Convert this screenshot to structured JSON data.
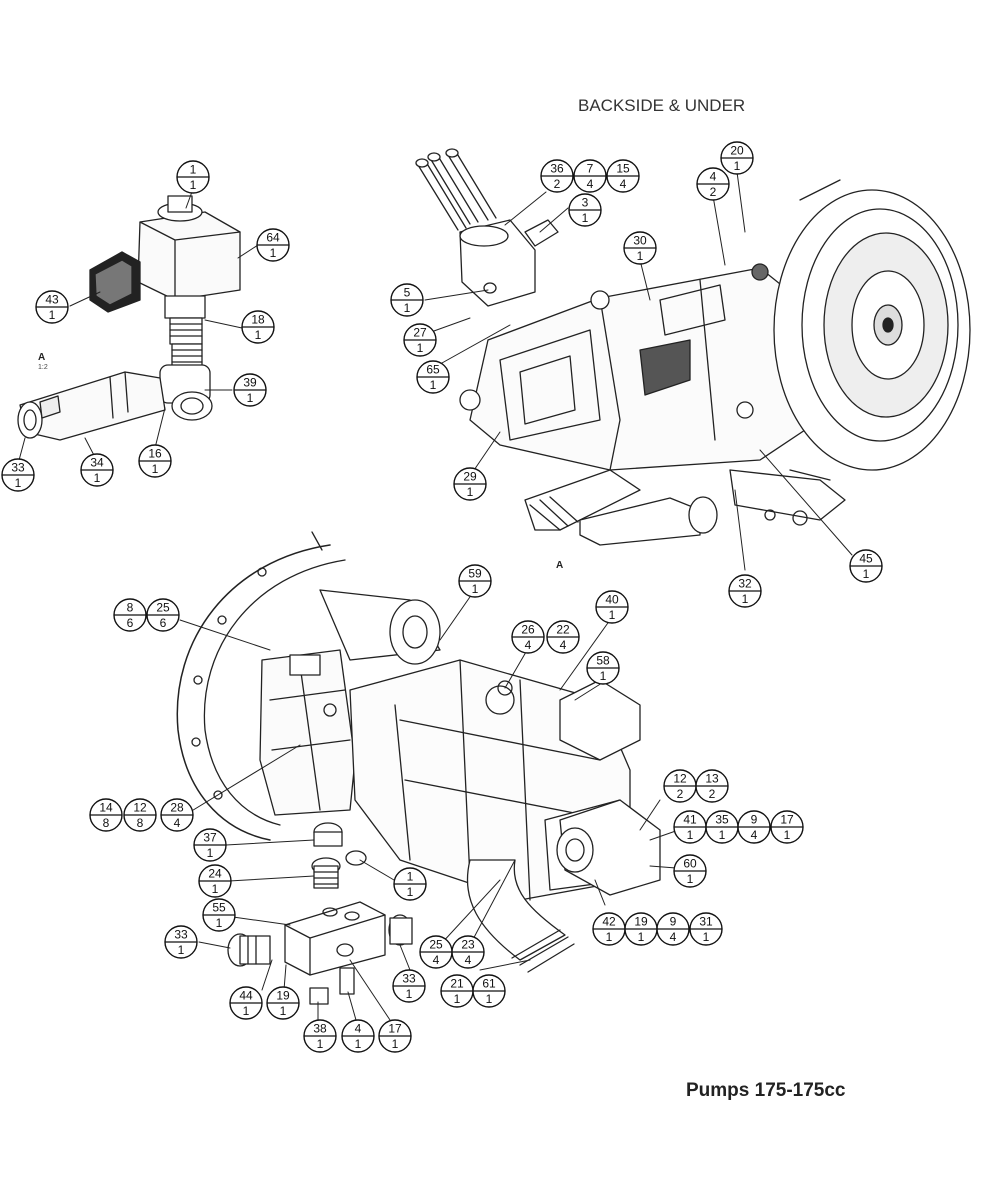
{
  "titles": {
    "backside_under": "BACKSIDE & UNDER",
    "pumps": "Pumps 175-175cc",
    "view_a": "A",
    "view_a_scale": "1:2",
    "view_a_arrow": "A"
  },
  "callouts": [
    {
      "id": "c1",
      "item": "1",
      "qty": "1"
    },
    {
      "id": "c2",
      "item": "64",
      "qty": "1"
    },
    {
      "id": "c3",
      "item": "43",
      "qty": "1"
    },
    {
      "id": "c4",
      "item": "18",
      "qty": "1"
    },
    {
      "id": "c5",
      "item": "39",
      "qty": "1"
    },
    {
      "id": "c6",
      "item": "33",
      "qty": "1"
    },
    {
      "id": "c7",
      "item": "34",
      "qty": "1"
    },
    {
      "id": "c8",
      "item": "16",
      "qty": "1"
    },
    {
      "id": "c9",
      "item": "36",
      "qty": "2"
    },
    {
      "id": "c10",
      "item": "7",
      "qty": "4"
    },
    {
      "id": "c11",
      "item": "15",
      "qty": "4"
    },
    {
      "id": "c12",
      "item": "3",
      "qty": "1"
    },
    {
      "id": "c13",
      "item": "20",
      "qty": "1"
    },
    {
      "id": "c14",
      "item": "4",
      "qty": "2"
    },
    {
      "id": "c15",
      "item": "30",
      "qty": "1"
    },
    {
      "id": "c16",
      "item": "5",
      "qty": "1"
    },
    {
      "id": "c17",
      "item": "27",
      "qty": "1"
    },
    {
      "id": "c18",
      "item": "65",
      "qty": "1"
    },
    {
      "id": "c19",
      "item": "29",
      "qty": "1"
    },
    {
      "id": "c20",
      "item": "45",
      "qty": "1"
    },
    {
      "id": "c21",
      "item": "32",
      "qty": "1"
    },
    {
      "id": "c22",
      "item": "59",
      "qty": "1"
    },
    {
      "id": "c23",
      "item": "40",
      "qty": "1"
    },
    {
      "id": "c24",
      "item": "8",
      "qty": "6"
    },
    {
      "id": "c25",
      "item": "25",
      "qty": "6"
    },
    {
      "id": "c26",
      "item": "26",
      "qty": "4"
    },
    {
      "id": "c27",
      "item": "22",
      "qty": "4"
    },
    {
      "id": "c28",
      "item": "58",
      "qty": "1"
    },
    {
      "id": "c29",
      "item": "12",
      "qty": "2"
    },
    {
      "id": "c30",
      "item": "13",
      "qty": "2"
    },
    {
      "id": "c31",
      "item": "14",
      "qty": "8"
    },
    {
      "id": "c32",
      "item": "12",
      "qty": "8"
    },
    {
      "id": "c33",
      "item": "28",
      "qty": "4"
    },
    {
      "id": "c34",
      "item": "41",
      "qty": "1"
    },
    {
      "id": "c35",
      "item": "35",
      "qty": "1"
    },
    {
      "id": "c36",
      "item": "9",
      "qty": "4"
    },
    {
      "id": "c37",
      "item": "17",
      "qty": "1"
    },
    {
      "id": "c38",
      "item": "37",
      "qty": "1"
    },
    {
      "id": "c39",
      "item": "60",
      "qty": "1"
    },
    {
      "id": "c40",
      "item": "24",
      "qty": "1"
    },
    {
      "id": "c41",
      "item": "1",
      "qty": "1"
    },
    {
      "id": "c42",
      "item": "55",
      "qty": "1"
    },
    {
      "id": "c43",
      "item": "42",
      "qty": "1"
    },
    {
      "id": "c44",
      "item": "19",
      "qty": "1"
    },
    {
      "id": "c45",
      "item": "9",
      "qty": "4"
    },
    {
      "id": "c46",
      "item": "31",
      "qty": "1"
    },
    {
      "id": "c47",
      "item": "33",
      "qty": "1"
    },
    {
      "id": "c48",
      "item": "25",
      "qty": "4"
    },
    {
      "id": "c49",
      "item": "23",
      "qty": "4"
    },
    {
      "id": "c50",
      "item": "33",
      "qty": "1"
    },
    {
      "id": "c51",
      "item": "21",
      "qty": "1"
    },
    {
      "id": "c52",
      "item": "61",
      "qty": "1"
    },
    {
      "id": "c53",
      "item": "44",
      "qty": "1"
    },
    {
      "id": "c54",
      "item": "19",
      "qty": "1"
    },
    {
      "id": "c55",
      "item": "38",
      "qty": "1"
    },
    {
      "id": "c56",
      "item": "4",
      "qty": "1"
    },
    {
      "id": "c57",
      "item": "17",
      "qty": "1"
    }
  ]
}
